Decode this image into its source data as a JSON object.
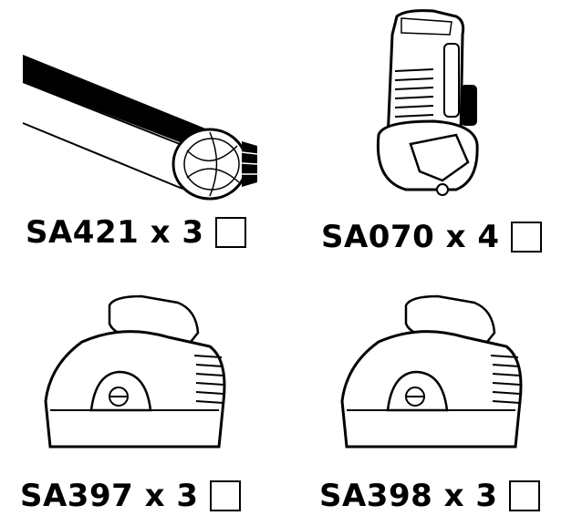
{
  "parts": [
    {
      "code_label": "SA421 x 3",
      "icon": "roof-bar-icon",
      "checked": false
    },
    {
      "code_label": "SA070 x 4",
      "icon": "clamp-fitting-icon",
      "checked": false
    },
    {
      "code_label": "SA397 x 3",
      "icon": "foot-pack-icon",
      "checked": false
    },
    {
      "code_label": "SA398 x 3",
      "icon": "foot-pack-icon",
      "checked": false
    }
  ]
}
